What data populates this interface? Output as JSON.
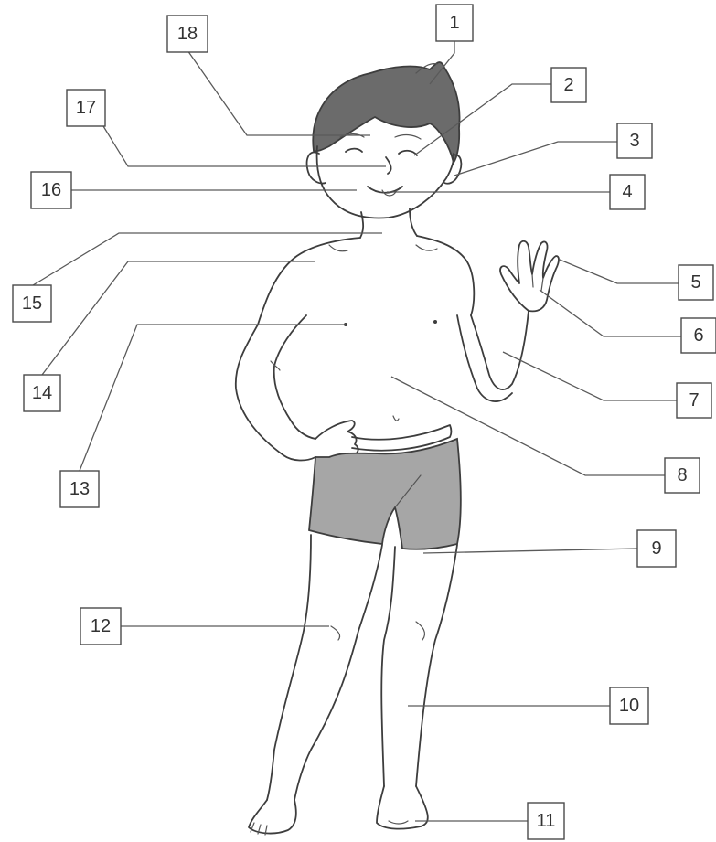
{
  "colors": {
    "ink": "#3d3d3d",
    "hair": "#6b6b6b",
    "shorts": "#a6a6a6",
    "background": "#ffffff"
  },
  "labels": [
    {
      "id": "1",
      "text": "1"
    },
    {
      "id": "2",
      "text": "2"
    },
    {
      "id": "3",
      "text": "3"
    },
    {
      "id": "4",
      "text": "4"
    },
    {
      "id": "5",
      "text": "5"
    },
    {
      "id": "6",
      "text": "6"
    },
    {
      "id": "7",
      "text": "7"
    },
    {
      "id": "8",
      "text": "8"
    },
    {
      "id": "9",
      "text": "9"
    },
    {
      "id": "10",
      "text": "10"
    },
    {
      "id": "11",
      "text": "11"
    },
    {
      "id": "12",
      "text": "12"
    },
    {
      "id": "13",
      "text": "13"
    },
    {
      "id": "14",
      "text": "14"
    },
    {
      "id": "15",
      "text": "15"
    },
    {
      "id": "16",
      "text": "16"
    },
    {
      "id": "17",
      "text": "17"
    },
    {
      "id": "18",
      "text": "18"
    }
  ]
}
